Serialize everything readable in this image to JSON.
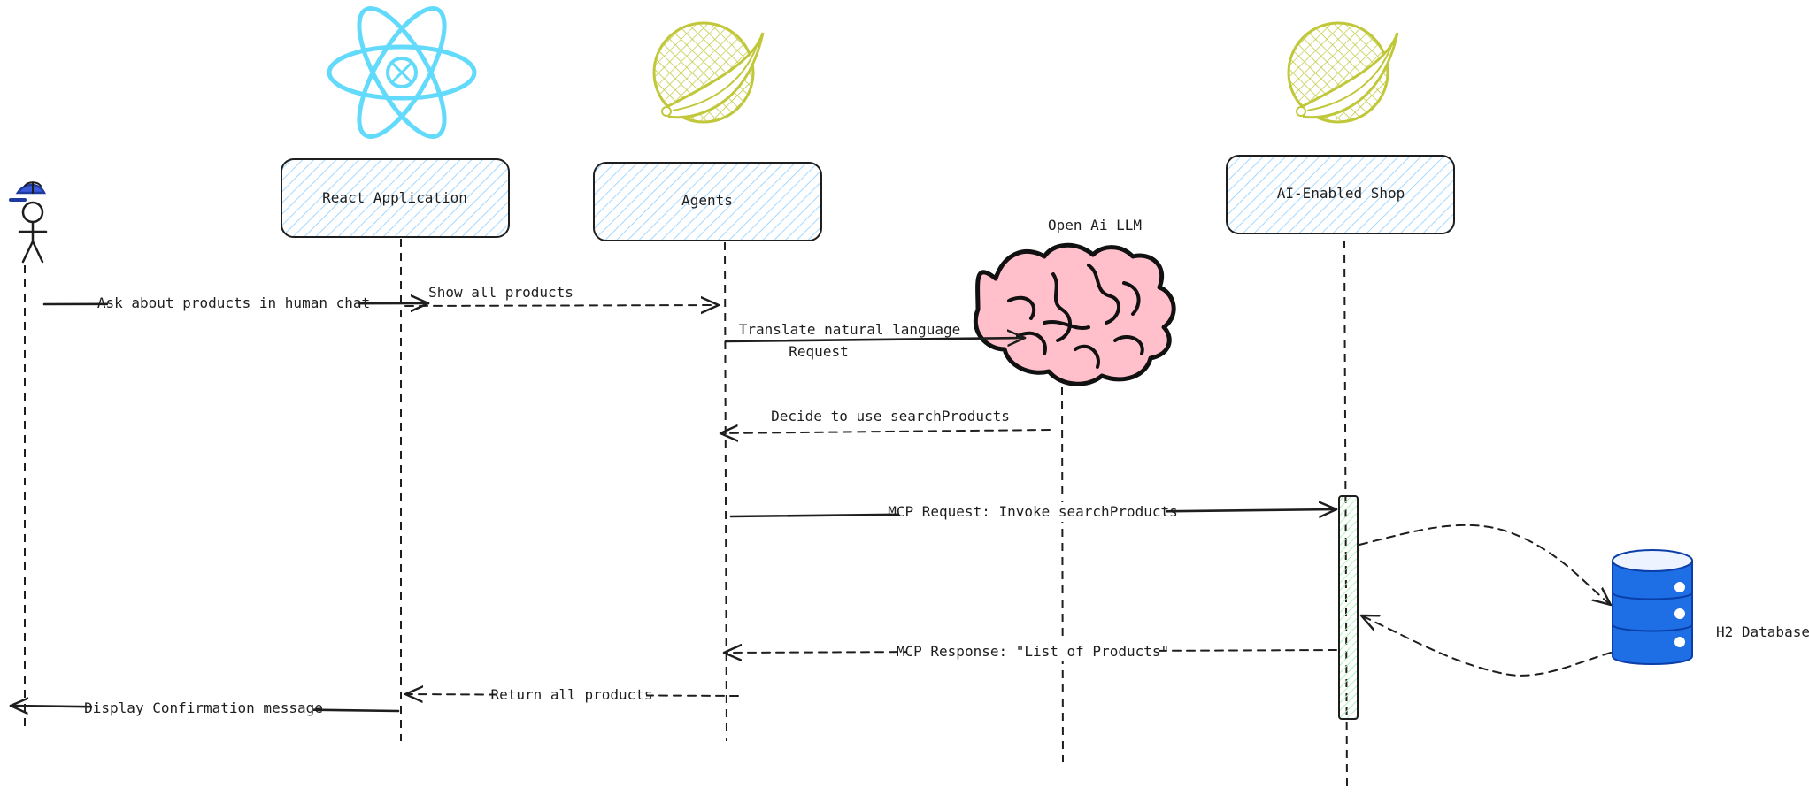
{
  "participants": {
    "react": "React Application",
    "agents": "Agents",
    "shop": "AI-Enabled Shop",
    "llm": "Open Ai LLM",
    "db": "H2 Database"
  },
  "messages": {
    "ask": "Ask about products in human chat",
    "show": "Show all products",
    "translate_1": "Translate natural language",
    "translate_2": "Request",
    "decide": "Decide to use searchProducts",
    "mcp_request": "MCP Request: Invoke searchProducts",
    "mcp_response": "MCP Response: \"List of Products\"",
    "return": "Return all products",
    "display": "Display Confirmation message"
  },
  "icons": {
    "react": "react-logo-icon",
    "spring": "spring-leaf-icon",
    "brain": "brain-icon",
    "database": "database-icon",
    "user": "user-stick-figure-icon"
  },
  "colors": {
    "react": "#61dafb",
    "spring": "#c0c83a",
    "box_fill": "#a5d8ff",
    "brain": "#ffc0cb",
    "db": "#1e6fe6",
    "activation": "#d3f9d8",
    "stroke": "#1e1e1e"
  }
}
